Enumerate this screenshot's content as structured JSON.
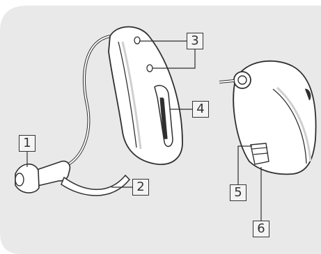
{
  "callouts": [
    "1",
    "2",
    "3",
    "4",
    "5",
    "6"
  ],
  "colors": {
    "panel": "#e9e9e9",
    "line": "#2f2f2f",
    "device_fill": "#ffffff",
    "shade": "#cfcfcf"
  }
}
